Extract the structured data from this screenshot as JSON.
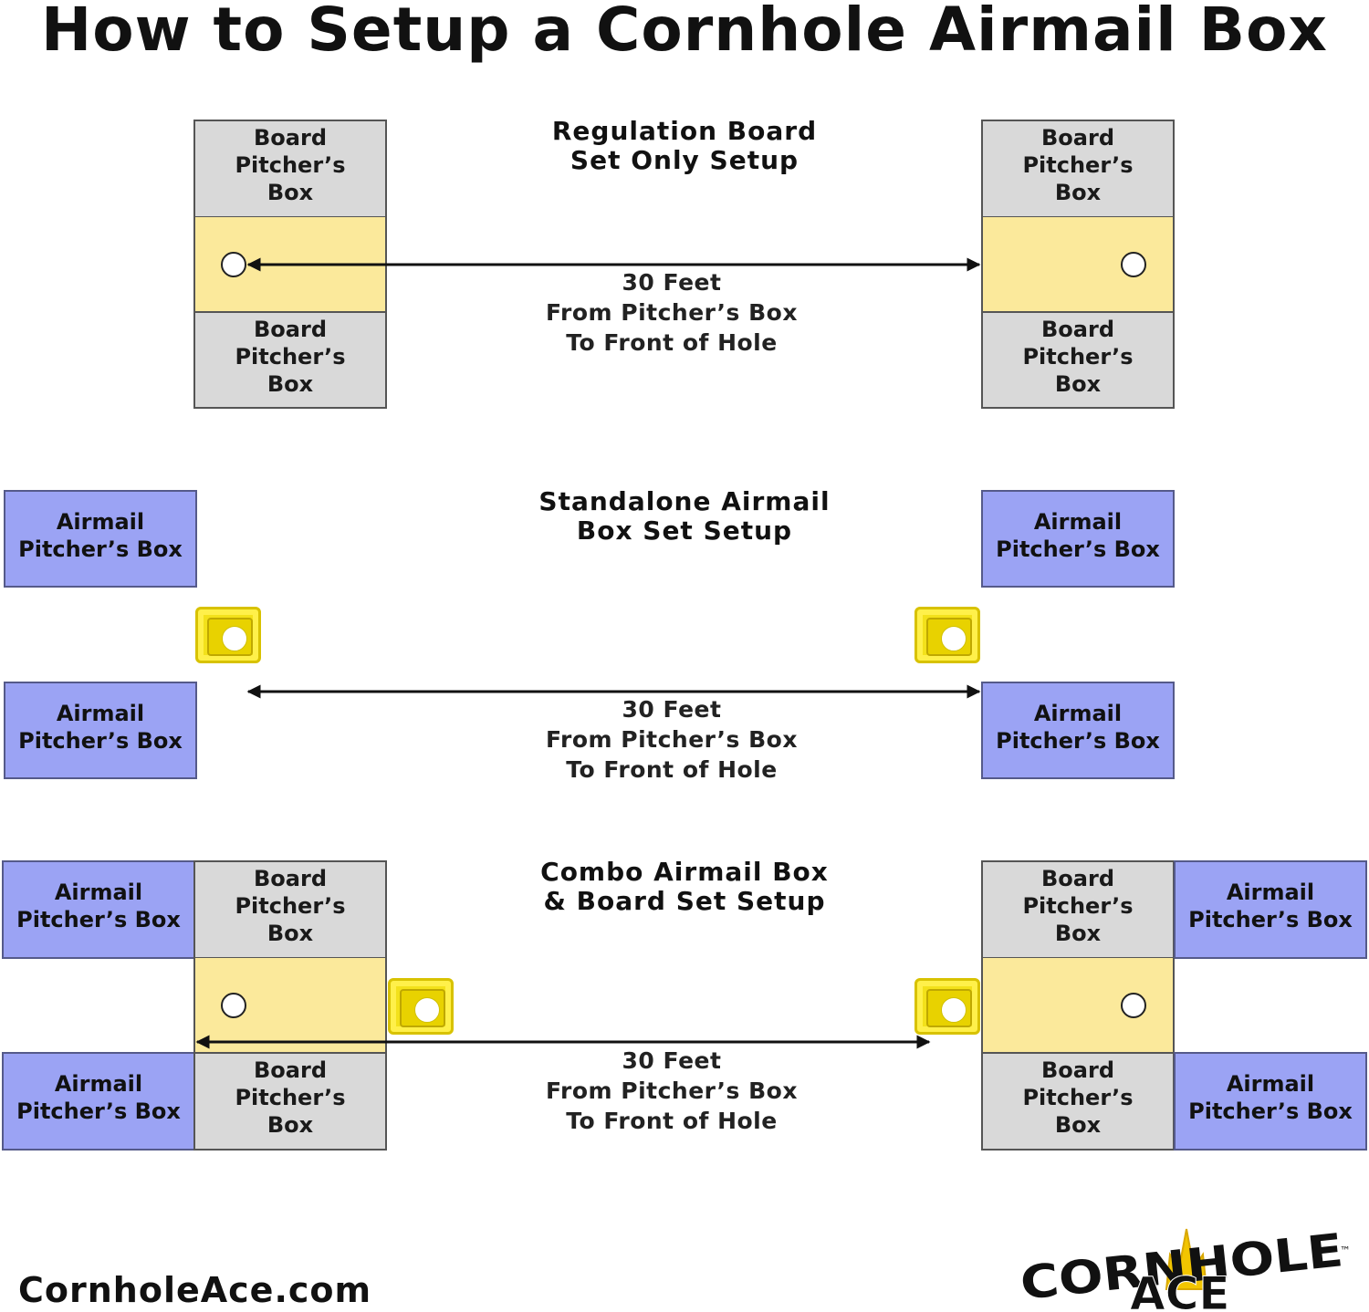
{
  "title": "How to Setup a Cornhole Airmail Box",
  "labels": {
    "board_box": "Board Pitcher’s\nBox",
    "airmail_box": "Airmail\nPitcher’s Box",
    "distance": "30 Feet\nFrom Pitcher’s Box\nTo Front of Hole"
  },
  "sections": [
    {
      "title": "Regulation Board\nSet Only Setup"
    },
    {
      "title": "Standalone Airmail\nBox Set Setup"
    },
    {
      "title": "Combo Airmail Box\n& Board Set Setup"
    }
  ],
  "footer": {
    "url": "CornholeAce.com",
    "logo_line1": "CORNHOLE",
    "logo_line2": "ACE",
    "logo_tm": "™"
  },
  "colors": {
    "board_box": "#d9d9d9",
    "airmail_box": "#9ba3f4",
    "board": "#fbe99b",
    "airmail_target": "#f3e11a",
    "logo_accent": "#f2c500"
  }
}
